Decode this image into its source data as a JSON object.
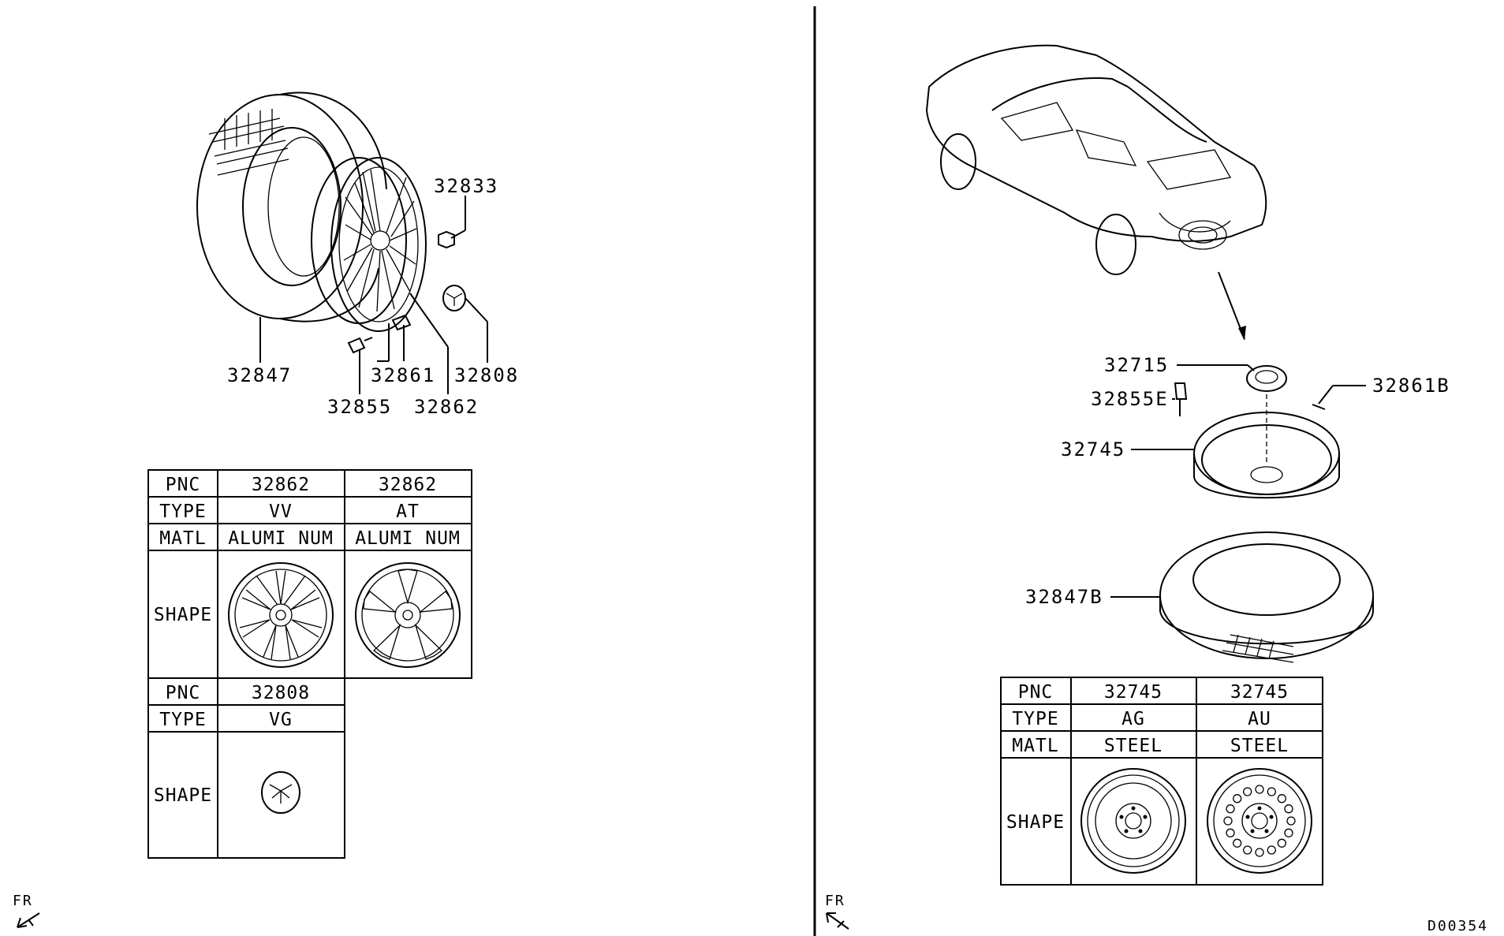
{
  "left_diagram": {
    "callouts": [
      "32833",
      "32847",
      "32861",
      "32808",
      "32855",
      "32862"
    ]
  },
  "left_table_1": {
    "rows": [
      {
        "head": "PNC",
        "c1": "32862",
        "c2": "32862"
      },
      {
        "head": "TYPE",
        "c1": "VV",
        "c2": "AT"
      },
      {
        "head": "MATL",
        "c1": "ALUMI NUM",
        "c2": "ALUMI NUM"
      },
      {
        "head": "SHAPE",
        "c1": "",
        "c2": ""
      }
    ]
  },
  "left_table_2": {
    "rows": [
      {
        "head": "PNC",
        "c1": "32808"
      },
      {
        "head": "TYPE",
        "c1": "VG"
      },
      {
        "head": "SHAPE",
        "c1": ""
      }
    ]
  },
  "right_diagram": {
    "callouts": [
      "32715",
      "32855E",
      "32861B",
      "32745",
      "32847B"
    ]
  },
  "right_table": {
    "rows": [
      {
        "head": "PNC",
        "c1": "32745",
        "c2": "32745"
      },
      {
        "head": "TYPE",
        "c1": "AG",
        "c2": "AU"
      },
      {
        "head": "MATL",
        "c1": "STEEL",
        "c2": "STEEL"
      },
      {
        "head": "SHAPE",
        "c1": "",
        "c2": ""
      }
    ]
  },
  "footer": {
    "fr_left": "FR",
    "fr_right": "FR",
    "code": "D00354"
  }
}
